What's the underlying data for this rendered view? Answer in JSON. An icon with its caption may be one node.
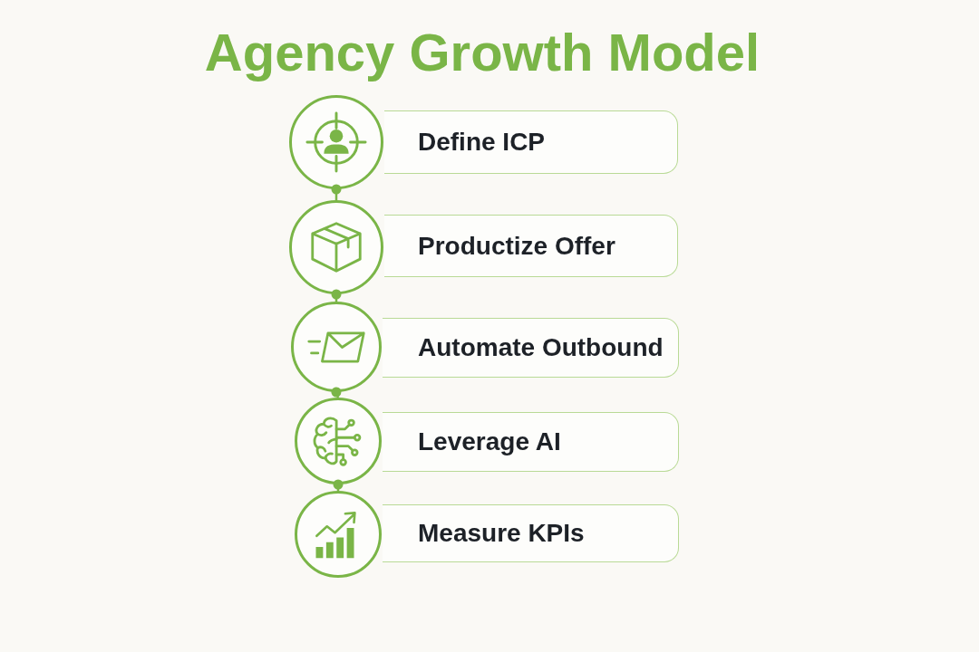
{
  "diagram": {
    "title": "Agency Growth Model",
    "nodes": [
      {
        "text": [],
        "shape": "circle"
      },
      {
        "text": [
          "Define ICP"
        ]
      },
      {
        "text": [],
        "shape": "circle"
      },
      {
        "text": [
          "Productize Offer"
        ]
      },
      {
        "text": [],
        "shape": "circle"
      },
      {
        "text": [
          "Automate Outbound"
        ]
      },
      {
        "text": [],
        "shape": "circle"
      },
      {
        "text": [
          "Leverage AI"
        ]
      },
      {
        "text": [],
        "shape": "circle"
      },
      {
        "text": [
          "Measure KPIs"
        ]
      }
    ],
    "edges": [
      {
        "from": 0,
        "to": 2,
        "arrow": "other"
      },
      {
        "from": 2,
        "to": 4,
        "arrow": "other"
      },
      {
        "from": 4,
        "to": 6,
        "arrow": "other"
      },
      {
        "from": 6,
        "to": 8,
        "arrow": "other"
      }
    ]
  }
}
